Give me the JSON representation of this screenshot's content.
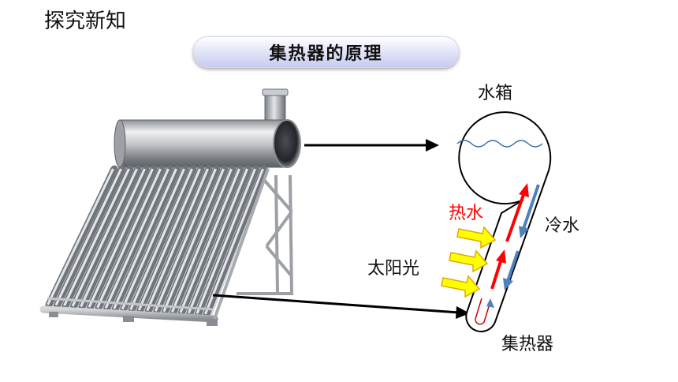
{
  "header": {
    "section_title": "探究新知"
  },
  "banner": {
    "title": "集热器的原理"
  },
  "diagram": {
    "labels": {
      "tank": "水箱",
      "hot_water": "热水",
      "cold_water": "冷水",
      "sunlight": "太阳光",
      "collector": "集热器"
    },
    "colors": {
      "hot_arrow": "#ff0000",
      "cold_arrow": "#4f81bd",
      "sun_arrow": "#ffff00",
      "sun_arrow_border": "#e0a800",
      "water_line": "#3b6ea8",
      "hot_label": "#ff0000"
    }
  }
}
